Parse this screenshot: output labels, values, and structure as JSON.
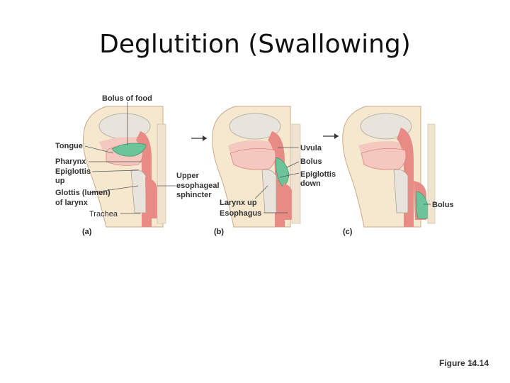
{
  "slide": {
    "title": "Deglutition (Swallowing)",
    "figure_ref": "Figure 14.14",
    "slide_number": "32"
  },
  "diagram": {
    "panels": [
      {
        "id": "a",
        "label": "(a)"
      },
      {
        "id": "b",
        "label": "(b)"
      },
      {
        "id": "c",
        "label": "(c)"
      }
    ],
    "labels_a": {
      "bolus": "Bolus of food",
      "tongue": "Tongue",
      "pharynx": "Pharynx",
      "epiglottis": "Epiglottis",
      "epiglottis_state": "up",
      "glottis": "Glottis (lumen)",
      "glottis_2": "of larynx",
      "trachea": "Trachea",
      "ues_1": "Upper",
      "ues_2": "esophageal",
      "ues_3": "sphincter"
    },
    "labels_b": {
      "uvula": "Uvula",
      "bolus": "Bolus",
      "epiglottis": "Epiglottis",
      "epiglottis_state": "down",
      "larynx": "Larynx up",
      "esophagus": "Esophagus"
    },
    "labels_c": {
      "bolus": "Bolus"
    },
    "colors": {
      "tissue": "#e98b85",
      "tissue_light": "#f5c8bf",
      "bolus": "#6cc49a",
      "bone": "#e8e4dc",
      "skin": "#f6e7cf"
    }
  }
}
